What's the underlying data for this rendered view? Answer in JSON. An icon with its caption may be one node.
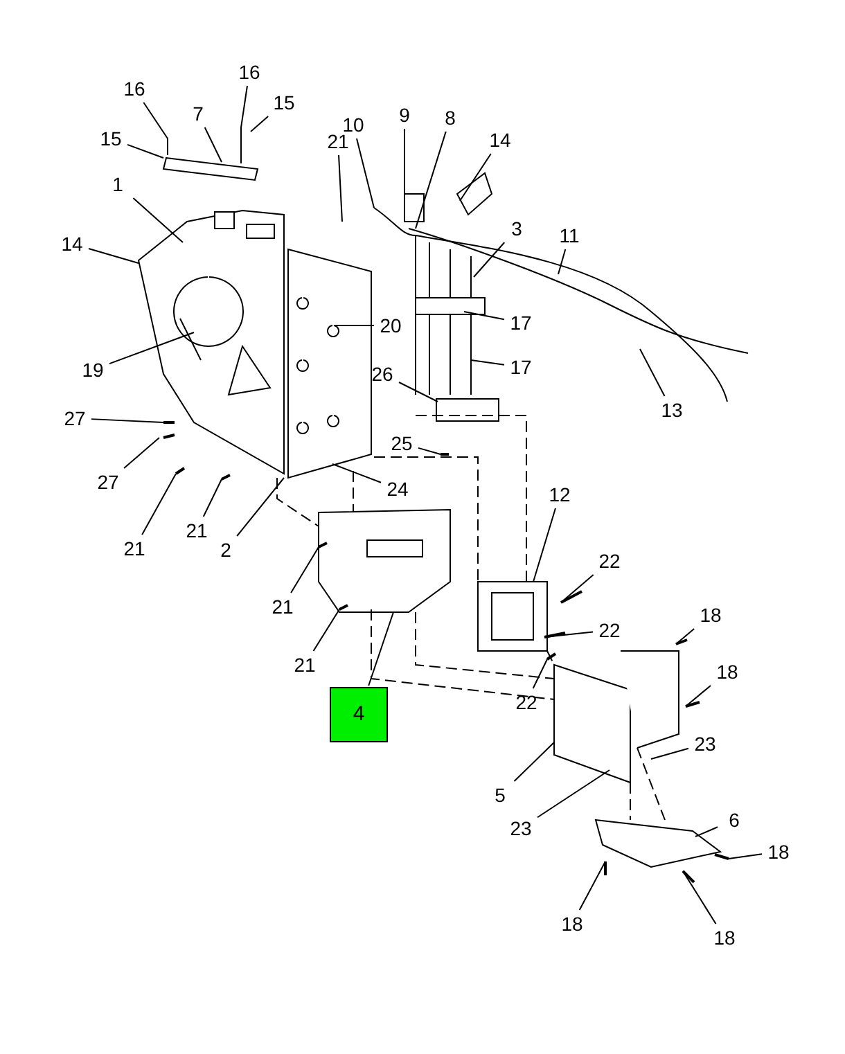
{
  "diagram": {
    "nodes": [
      {
        "text": [
          "16"
        ]
      },
      {
        "text": [
          "16"
        ]
      },
      {
        "text": [
          "7"
        ]
      },
      {
        "text": [
          "15"
        ]
      },
      {
        "text": [
          "15"
        ]
      },
      {
        "text": [
          "21"
        ]
      },
      {
        "text": [
          "10"
        ]
      },
      {
        "text": [
          "9"
        ]
      },
      {
        "text": [
          "8"
        ]
      },
      {
        "text": [
          "14"
        ]
      },
      {
        "text": [
          "1"
        ]
      },
      {
        "text": [
          "14"
        ]
      },
      {
        "text": [
          "3"
        ]
      },
      {
        "text": [
          "11"
        ]
      },
      {
        "text": [
          "20"
        ]
      },
      {
        "text": [
          "17"
        ]
      },
      {
        "text": [
          "19"
        ]
      },
      {
        "text": [
          "26"
        ]
      },
      {
        "text": [
          "17"
        ]
      },
      {
        "text": [
          "13"
        ]
      },
      {
        "text": [
          "27"
        ]
      },
      {
        "text": [
          "25"
        ]
      },
      {
        "text": [
          "27"
        ]
      },
      {
        "text": [
          "24"
        ]
      },
      {
        "text": [
          "21"
        ]
      },
      {
        "text": [
          "21"
        ]
      },
      {
        "text": [
          "2"
        ]
      },
      {
        "text": [
          "12"
        ]
      },
      {
        "text": [
          "22"
        ]
      },
      {
        "text": [
          "21"
        ]
      },
      {
        "text": [
          "22"
        ]
      },
      {
        "text": [
          "18"
        ]
      },
      {
        "text": [
          "21"
        ]
      },
      {
        "text": [
          "22"
        ]
      },
      {
        "text": [
          "18"
        ]
      },
      {
        "text": [
          "4"
        ]
      },
      {
        "text": [
          "23"
        ]
      },
      {
        "text": [
          "5"
        ]
      },
      {
        "text": [
          "23"
        ]
      },
      {
        "text": [
          "6"
        ]
      },
      {
        "text": [
          "18"
        ]
      },
      {
        "text": [
          "18"
        ]
      },
      {
        "text": [
          "18"
        ]
      }
    ],
    "edges": [
      {
        "from": 0,
        "to": null,
        "arrow": "none"
      },
      {
        "from": 1,
        "to": null,
        "arrow": "none"
      },
      {
        "from": 2,
        "to": null,
        "arrow": "none"
      },
      {
        "from": 3,
        "to": null,
        "arrow": "none"
      },
      {
        "from": 4,
        "to": null,
        "arrow": "none"
      },
      {
        "from": 5,
        "to": null,
        "arrow": "none"
      },
      {
        "from": 6,
        "to": null,
        "arrow": "none"
      },
      {
        "from": 7,
        "to": null,
        "arrow": "none"
      },
      {
        "from": 8,
        "to": null,
        "arrow": "none"
      },
      {
        "from": 9,
        "to": null,
        "arrow": "none"
      },
      {
        "from": 10,
        "to": null,
        "arrow": "none"
      },
      {
        "from": 11,
        "to": null,
        "arrow": "none"
      },
      {
        "from": 12,
        "to": null,
        "arrow": "none"
      },
      {
        "from": 13,
        "to": null,
        "arrow": "none"
      },
      {
        "from": 14,
        "to": null,
        "arrow": "none"
      },
      {
        "from": 15,
        "to": null,
        "arrow": "none"
      },
      {
        "from": 16,
        "to": null,
        "arrow": "none"
      },
      {
        "from": 17,
        "to": null,
        "arrow": "none"
      },
      {
        "from": 18,
        "to": null,
        "arrow": "none"
      },
      {
        "from": 19,
        "to": null,
        "arrow": "none"
      },
      {
        "from": 20,
        "to": null,
        "arrow": "none"
      },
      {
        "from": 21,
        "to": null,
        "arrow": "none"
      },
      {
        "from": 22,
        "to": null,
        "arrow": "none"
      },
      {
        "from": 23,
        "to": null,
        "arrow": "none"
      },
      {
        "from": 24,
        "to": null,
        "arrow": "none"
      },
      {
        "from": 25,
        "to": null,
        "arrow": "none"
      },
      {
        "from": 26,
        "to": null,
        "arrow": "none"
      },
      {
        "from": 27,
        "to": null,
        "arrow": "none"
      },
      {
        "from": 28,
        "to": null,
        "arrow": "none"
      },
      {
        "from": 29,
        "to": null,
        "arrow": "none"
      },
      {
        "from": 30,
        "to": null,
        "arrow": "none"
      },
      {
        "from": 31,
        "to": null,
        "arrow": "none"
      },
      {
        "from": 32,
        "to": null,
        "arrow": "none"
      },
      {
        "from": 33,
        "to": null,
        "arrow": "none"
      },
      {
        "from": 34,
        "to": null,
        "arrow": "none"
      },
      {
        "from": 35,
        "to": null,
        "arrow": "none"
      },
      {
        "from": 36,
        "to": null,
        "arrow": "none"
      },
      {
        "from": 37,
        "to": null,
        "arrow": "none"
      },
      {
        "from": 38,
        "to": null,
        "arrow": "none"
      },
      {
        "from": 39,
        "to": null,
        "arrow": "none"
      },
      {
        "from": 40,
        "to": null,
        "arrow": "none"
      },
      {
        "from": 41,
        "to": null,
        "arrow": "none"
      },
      {
        "from": 42,
        "to": null,
        "arrow": "none"
      }
    ]
  }
}
